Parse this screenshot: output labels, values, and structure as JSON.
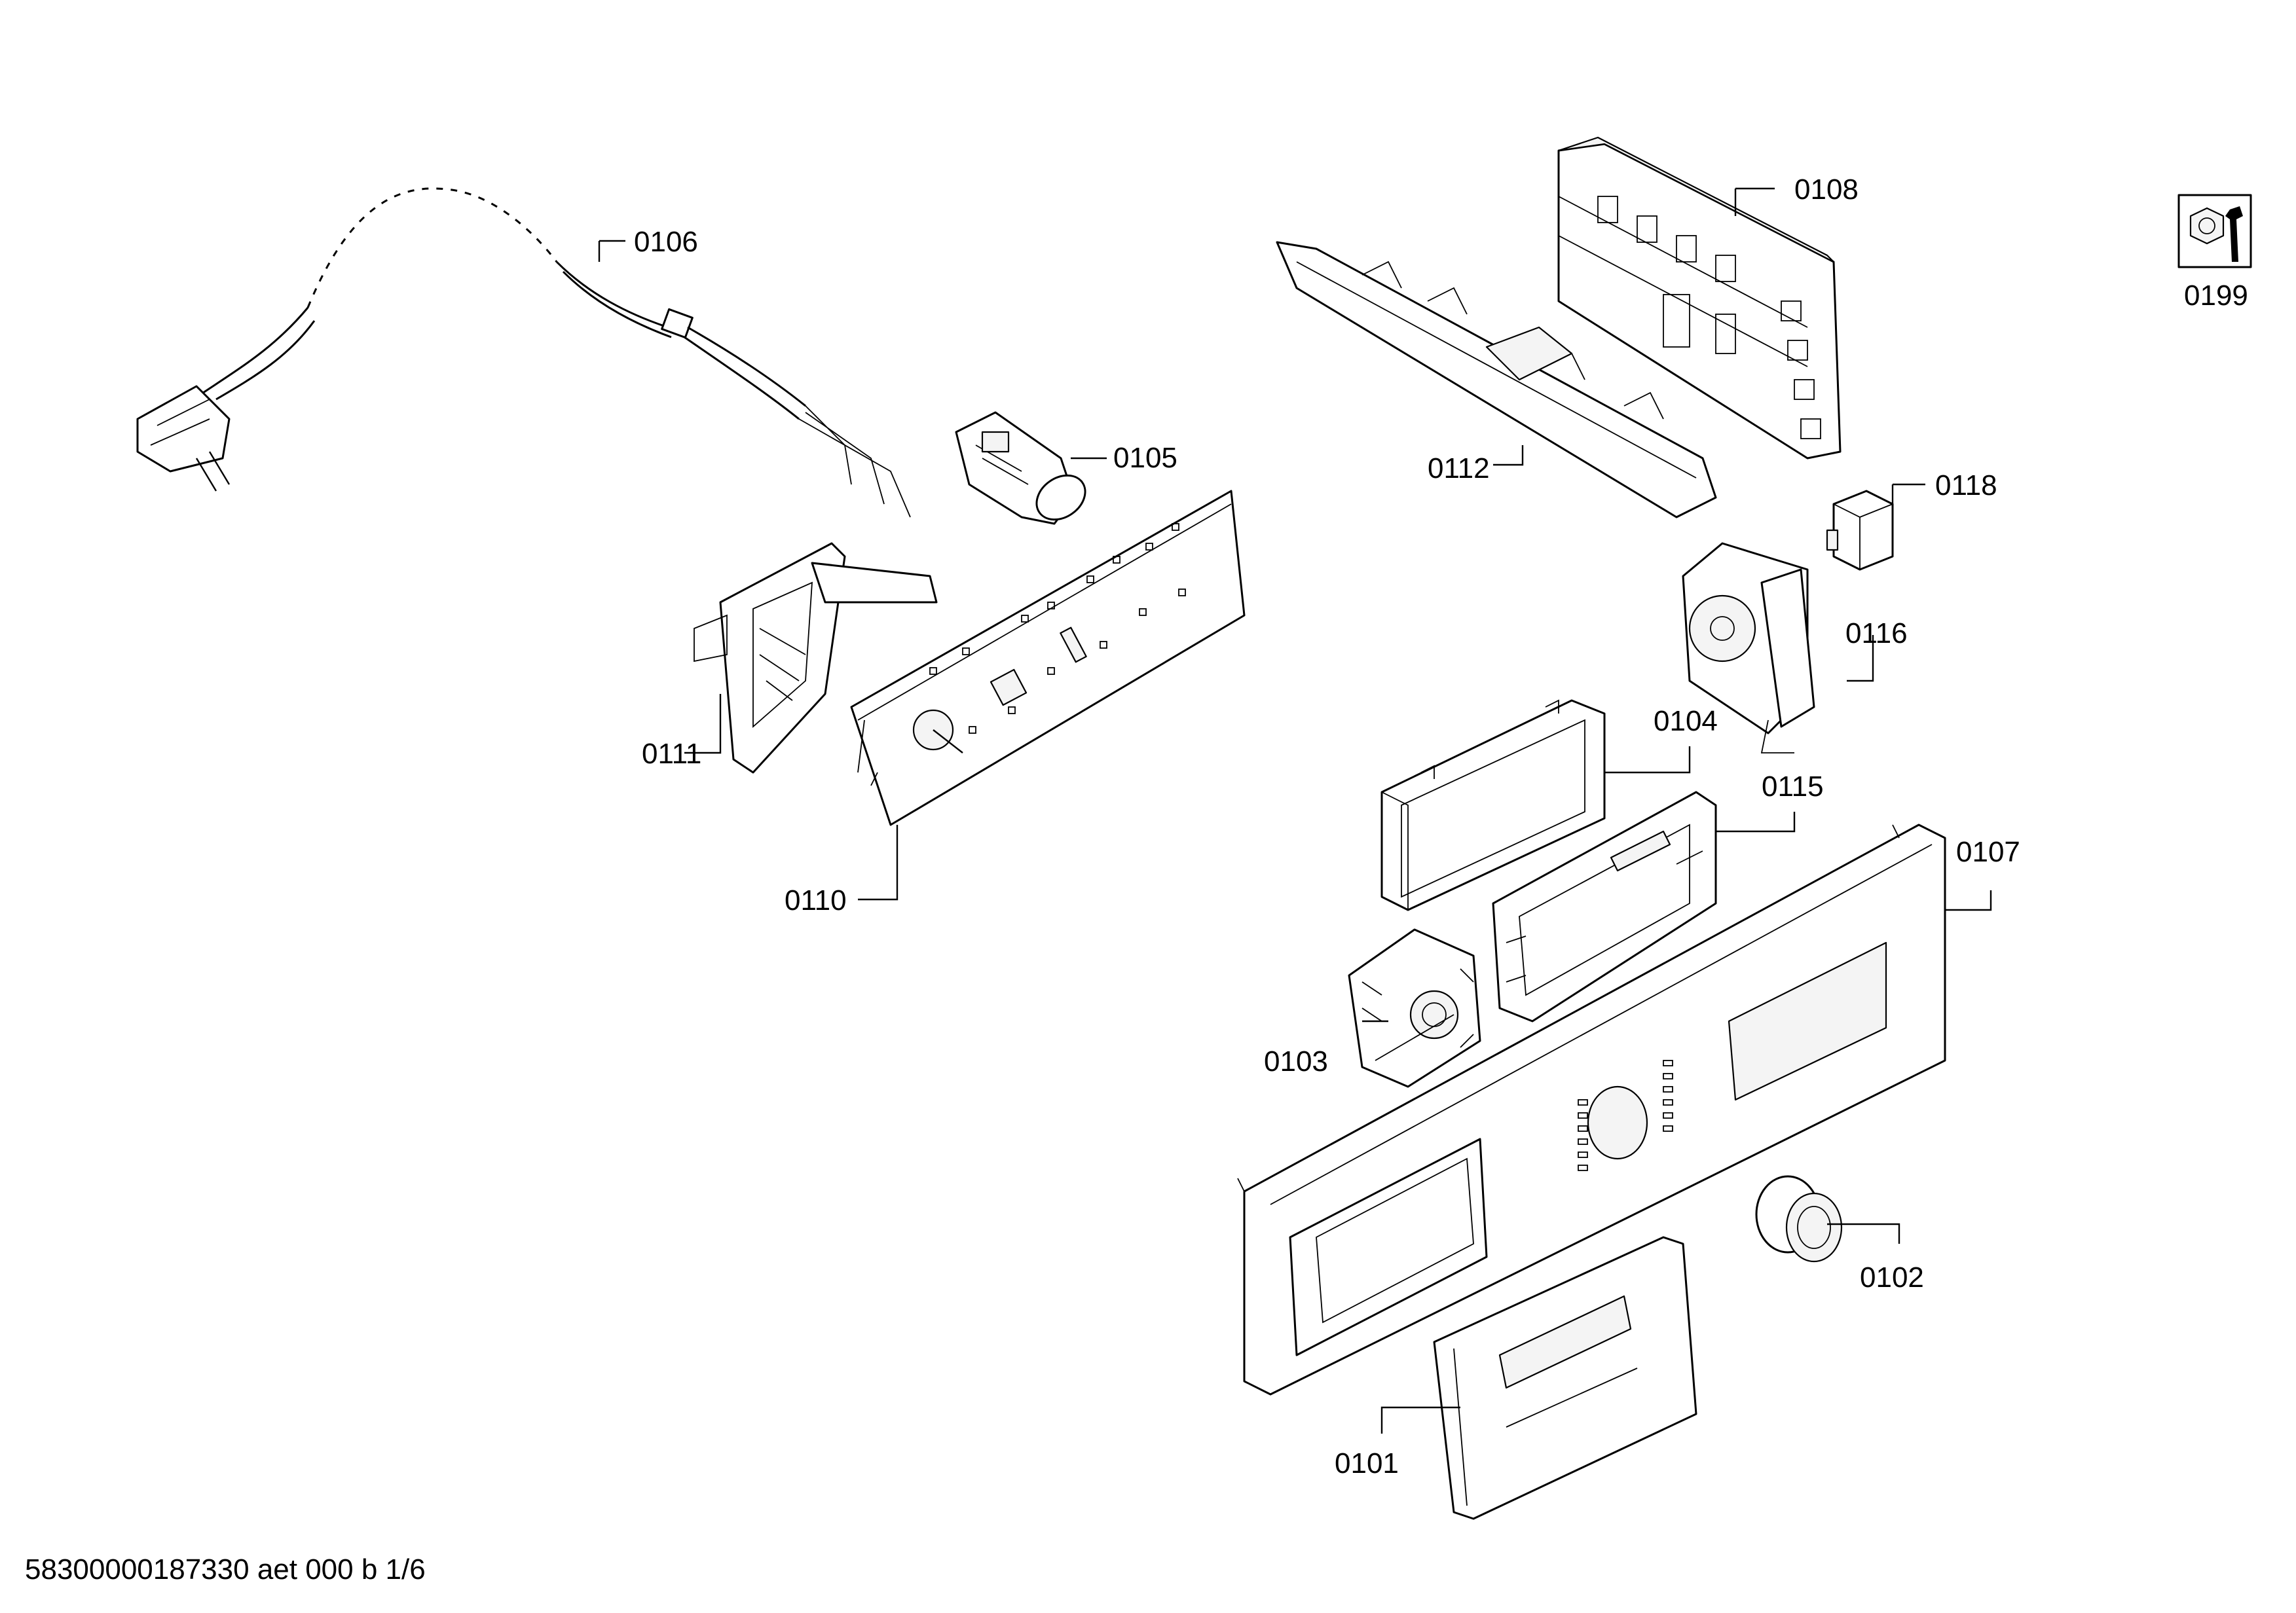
{
  "callouts": [
    {
      "id": "0101",
      "text": "0101"
    },
    {
      "id": "0102",
      "text": "0102"
    },
    {
      "id": "0103",
      "text": "0103"
    },
    {
      "id": "0104",
      "text": "0104"
    },
    {
      "id": "0105",
      "text": "0105"
    },
    {
      "id": "0106",
      "text": "0106"
    },
    {
      "id": "0107",
      "text": "0107"
    },
    {
      "id": "0108",
      "text": "0108"
    },
    {
      "id": "0110",
      "text": "0110"
    },
    {
      "id": "0111",
      "text": "0111"
    },
    {
      "id": "0112",
      "text": "0112"
    },
    {
      "id": "0115",
      "text": "0115"
    },
    {
      "id": "0116",
      "text": "0116"
    },
    {
      "id": "0118",
      "text": "0118"
    },
    {
      "id": "0199",
      "text": "0199"
    }
  ],
  "footer": {
    "text": "58300000187330 aet 000 b 1/6"
  },
  "colors": {
    "line": "#000000",
    "background": "#ffffff"
  }
}
